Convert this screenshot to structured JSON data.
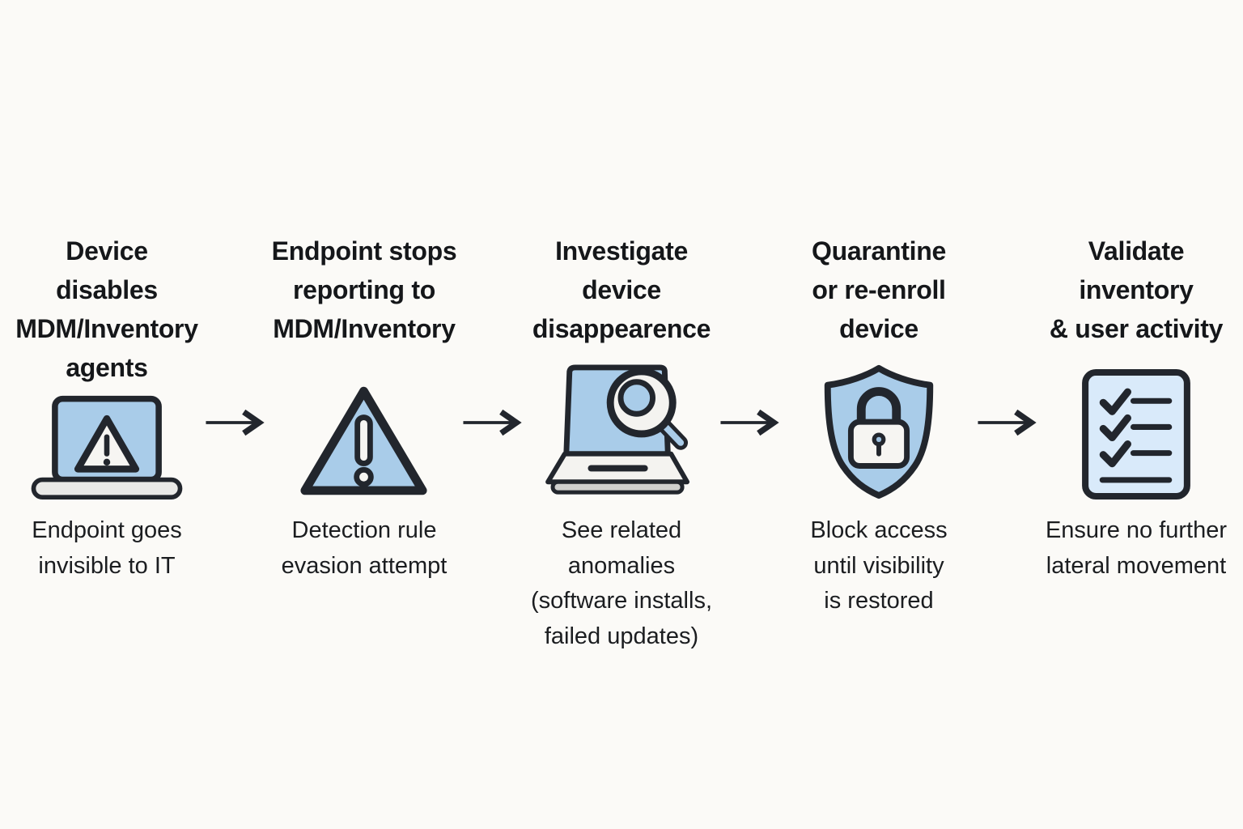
{
  "diagram": {
    "type": "flowchart",
    "direction": "left-to-right",
    "background_color": "#fbfaf7",
    "outline_color": "#22262d",
    "accent_blue": "#a9cce9",
    "light_blue": "#d9eafa",
    "offwhite_fill": "#f6f5f2",
    "gray_fill": "#e9e9e7",
    "text_color": "#15171a"
  },
  "steps": [
    {
      "title_lines": [
        "Device",
        "disables",
        "MDM/Inventory",
        "agents"
      ],
      "title": "Device disables MDM/Inventory agents",
      "icon": "laptop-warning-icon",
      "caption_lines": [
        "Endpoint goes",
        "invisible to IT"
      ],
      "caption": "Endpoint goes invisible to IT"
    },
    {
      "title_lines": [
        "Endpoint stops",
        "reporting to",
        "MDM/Inventory"
      ],
      "title": "Endpoint stops reporting to MDM/Inventory",
      "icon": "warning-triangle-icon",
      "caption_lines": [
        "Detection rule",
        "evasion attempt"
      ],
      "caption": "Detection rule evasion attempt"
    },
    {
      "title_lines": [
        "Investigate",
        "device",
        "disappearence"
      ],
      "title": "Investigate device disappearence",
      "icon": "laptop-search-icon",
      "caption_lines": [
        "See related",
        "anomalies",
        "(software installs,",
        "failed updates)"
      ],
      "caption": "See related anomalies (software installs, failed updates)"
    },
    {
      "title_lines": [
        "Quarantine",
        "or re-enroll",
        "device"
      ],
      "title": "Quarantine or re-enroll device",
      "icon": "shield-lock-icon",
      "caption_lines": [
        "Block access",
        "until visibility",
        "is restored"
      ],
      "caption": "Block access until visibility is restored"
    },
    {
      "title_lines": [
        "Validate",
        "inventory",
        "& user activity"
      ],
      "title": "Validate inventory & user activity",
      "icon": "checklist-icon",
      "caption_lines": [
        "Ensure no further",
        "lateral movement"
      ],
      "caption": "Ensure no further lateral movement"
    }
  ],
  "connectors": {
    "count": 4,
    "style": "right-arrow",
    "color": "#22262d"
  }
}
